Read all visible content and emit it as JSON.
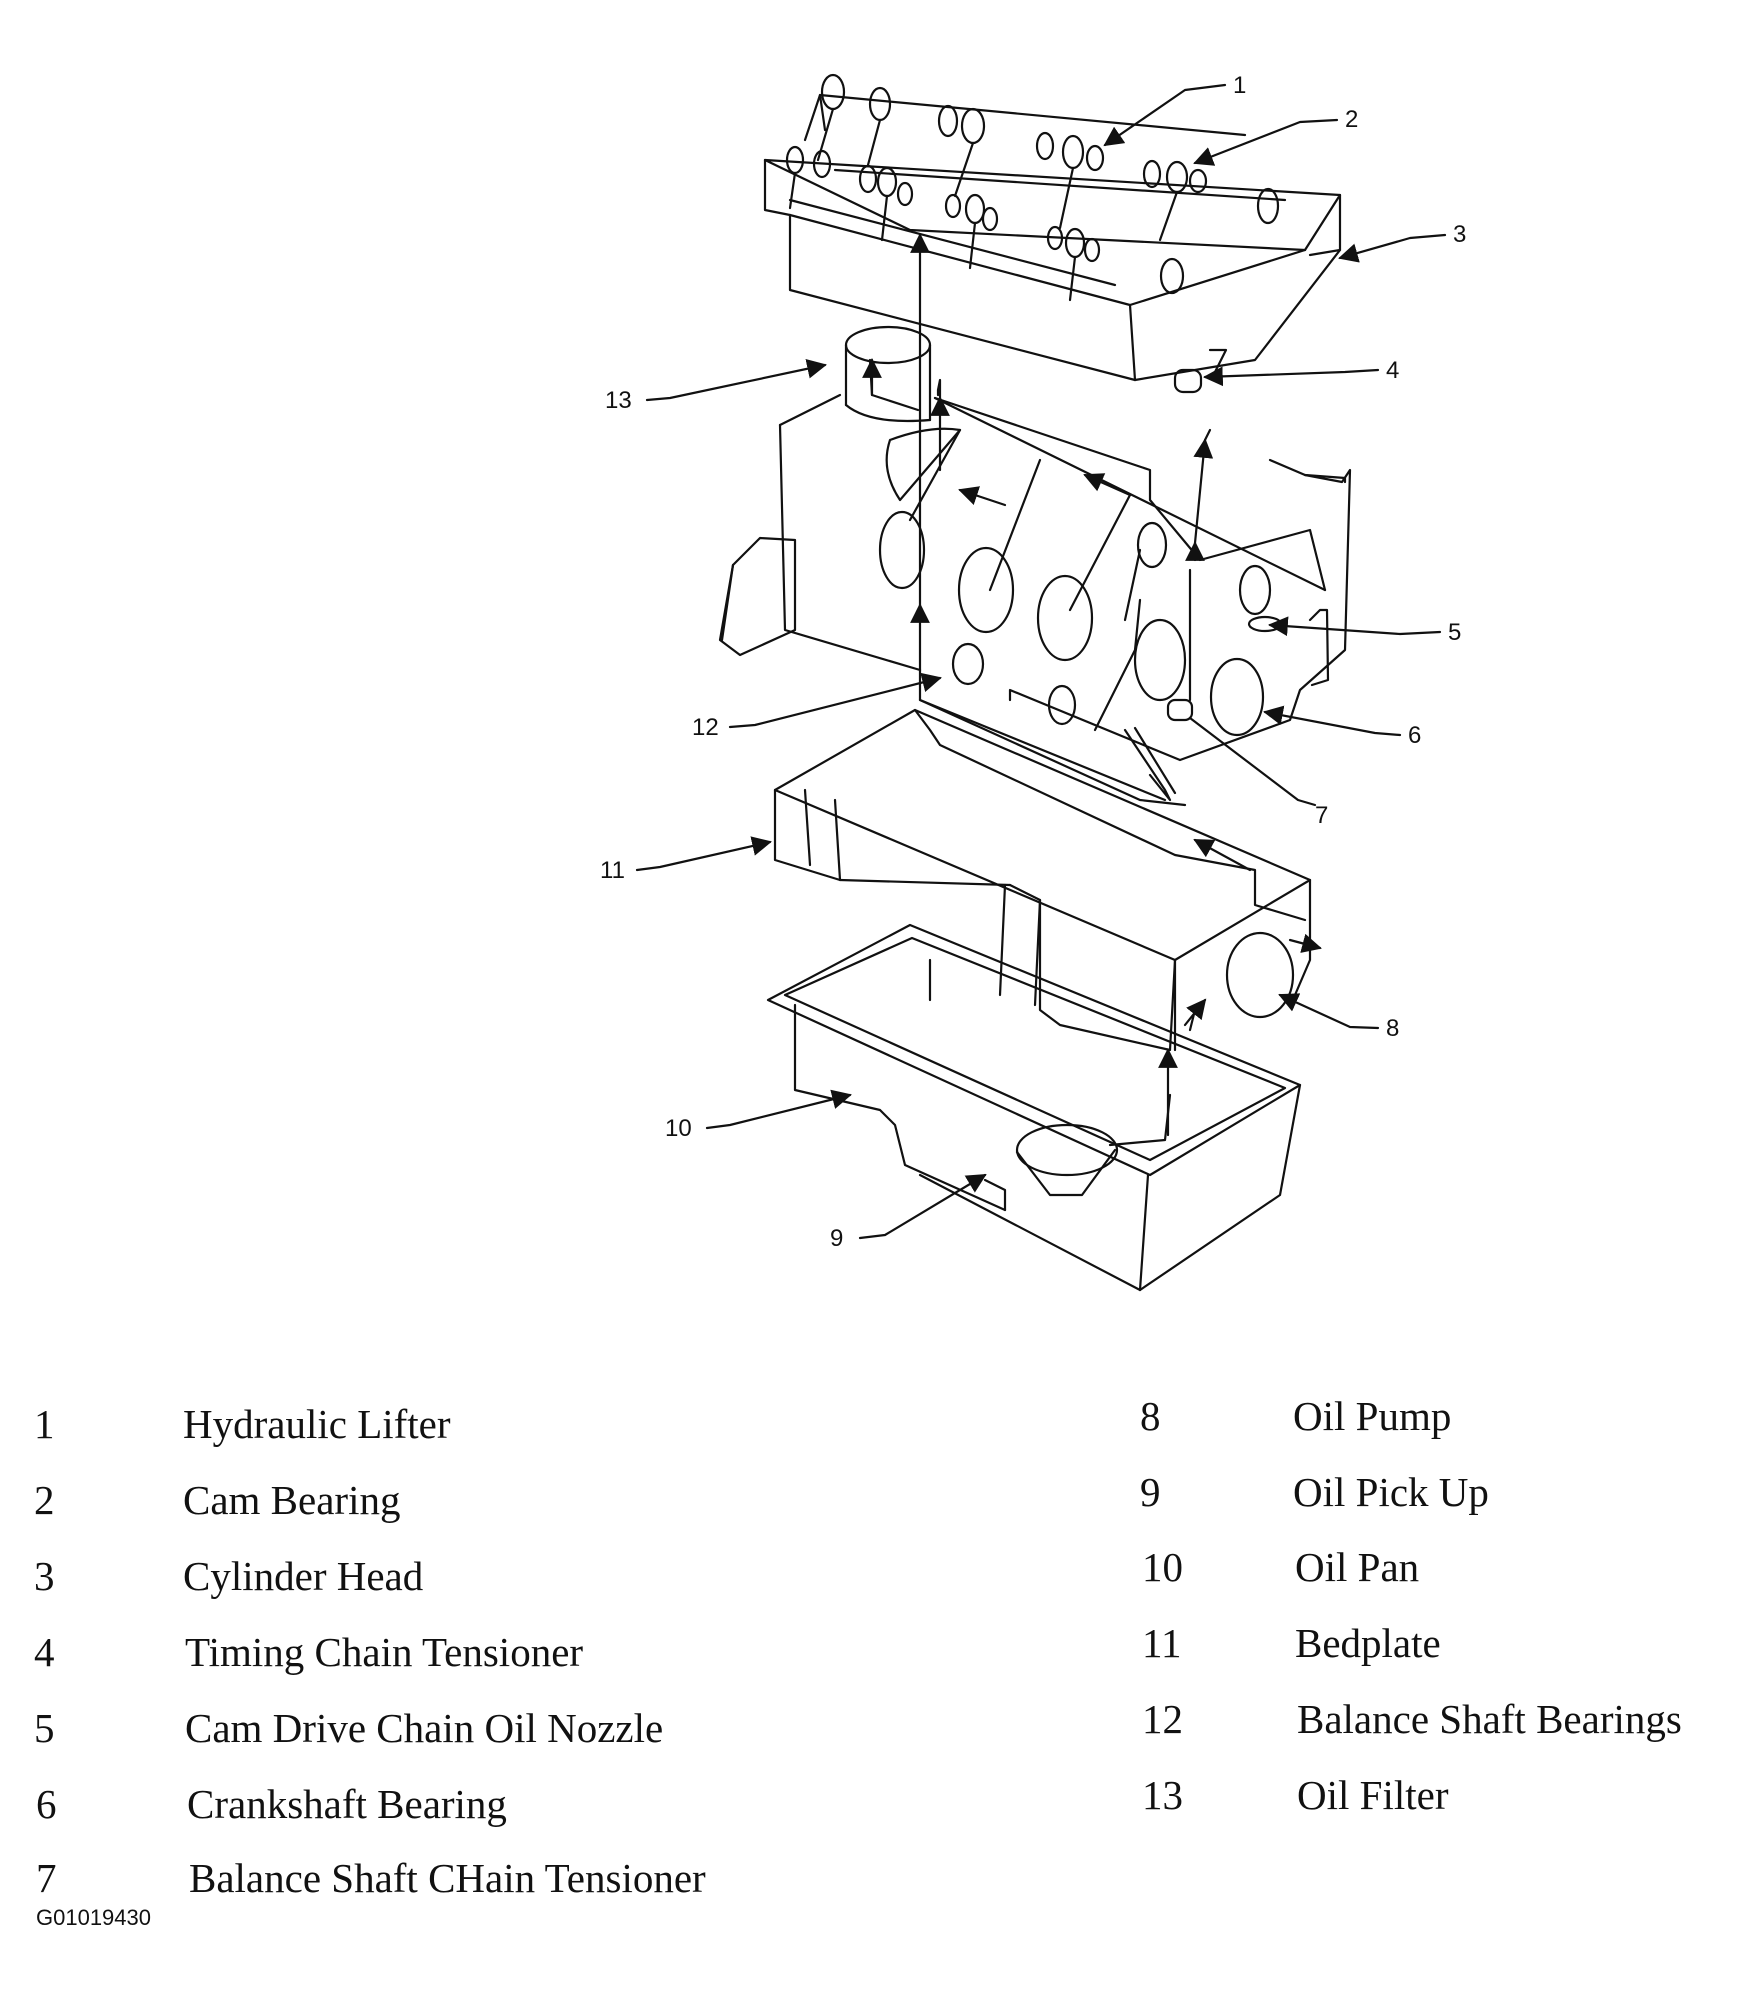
{
  "figure_code": "G01019430",
  "callouts": [
    {
      "num": "1",
      "label": "Hydraulic Lifter"
    },
    {
      "num": "2",
      "label": "Cam Bearing"
    },
    {
      "num": "3",
      "label": "Cylinder Head"
    },
    {
      "num": "4",
      "label": "Timing Chain Tensioner"
    },
    {
      "num": "5",
      "label": "Cam Drive Chain Oil Nozzle"
    },
    {
      "num": "6",
      "label": "Crankshaft Bearing"
    },
    {
      "num": "7",
      "label": "Balance Shaft CHain Tensioner"
    },
    {
      "num": "8",
      "label": "Oil Pump"
    },
    {
      "num": "9",
      "label": "Oil Pick Up"
    },
    {
      "num": "10",
      "label": "Oil Pan"
    },
    {
      "num": "11",
      "label": "Bedplate"
    },
    {
      "num": "12",
      "label": "Balance Shaft Bearings"
    },
    {
      "num": "13",
      "label": "Oil Filter"
    }
  ]
}
